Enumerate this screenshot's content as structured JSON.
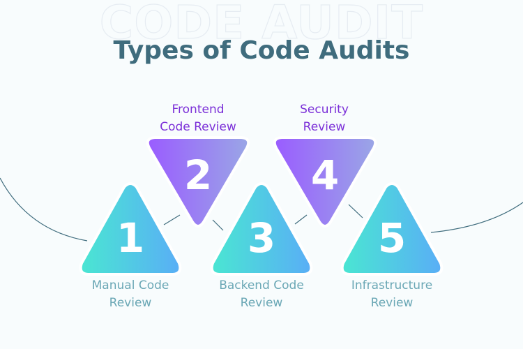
{
  "watermark": "CODE AUDIT",
  "title": "Types of Code Audits",
  "colors": {
    "title": "#3f6c7d",
    "top_label": "#7b2fd8",
    "bottom_label": "#6aa7b5",
    "teal_gradient": [
      "#4ae6d2",
      "#59aef6"
    ],
    "purple_gradient": [
      "#9a5cff",
      "#9aa6e6"
    ],
    "connector": "#3f6c7d"
  },
  "steps": [
    {
      "number": "1",
      "label_line1": "Manual Code",
      "label_line2": "Review",
      "orientation": "up"
    },
    {
      "number": "2",
      "label_line1": "Frontend",
      "label_line2": "Code Review",
      "orientation": "down"
    },
    {
      "number": "3",
      "label_line1": "Backend Code",
      "label_line2": "Review",
      "orientation": "up"
    },
    {
      "number": "4",
      "label_line1": "Security",
      "label_line2": "Review",
      "orientation": "down"
    },
    {
      "number": "5",
      "label_line1": "Infrastructure",
      "label_line2": "Review",
      "orientation": "up"
    }
  ]
}
